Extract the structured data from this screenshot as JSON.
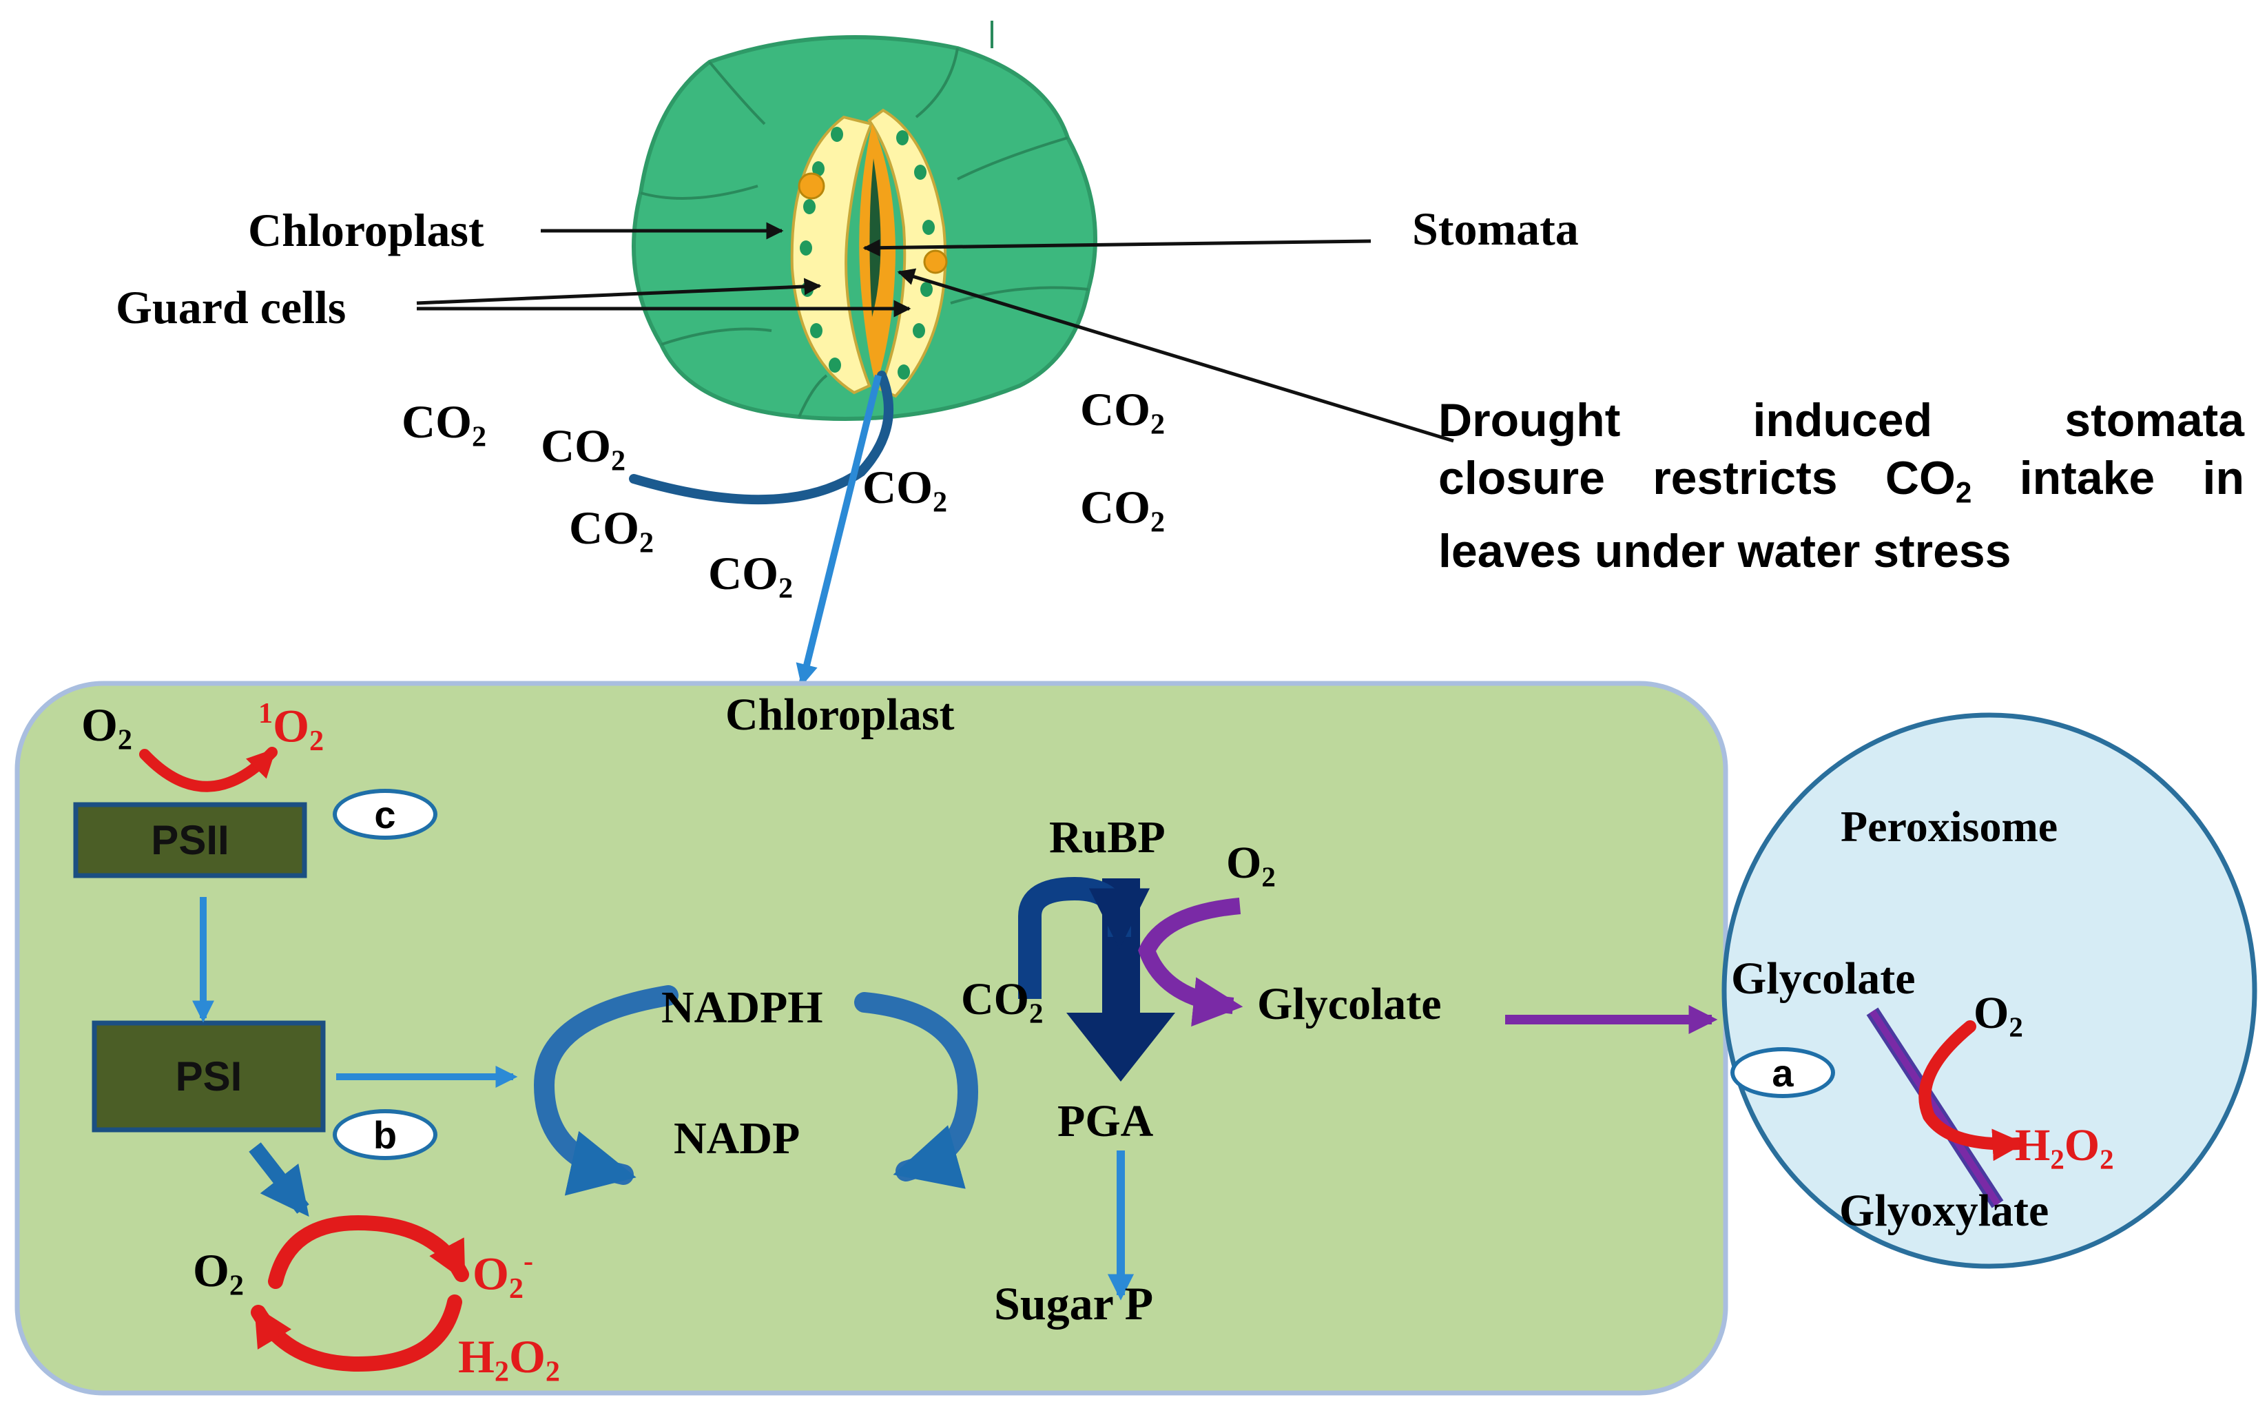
{
  "colors": {
    "leaf_green": "#3cb87e",
    "guard_cell": "#fff5a8",
    "chloroplast_panel": "#bdd89c",
    "peroxisome": "#d6ecf5",
    "photosystem": "#4b5e26",
    "arrow_blue": "#2b8ad6",
    "arrow_navy": "#082a6b",
    "arrow_purple": "#7a2aa6",
    "ros_red": "#e21b1b"
  },
  "leaf": {
    "chloroplast_label": "Chloroplast",
    "guard_cells_label": "Guard cells",
    "stomata_label": "Stomata",
    "note_line1": "Drought induced stomata",
    "note_line2_before": "closure restricts CO",
    "note_line2_sub": "2",
    "note_line2_after": " intake in",
    "note_line3": "leaves under water stress",
    "co2_base": "CO",
    "co2_sub": "2"
  },
  "chloroplast": {
    "title": "Chloroplast",
    "psii": "PSII",
    "psi": "PSI",
    "badge_c": "c",
    "badge_b": "b",
    "o2": "O",
    "o2_sub": "2",
    "singlet_sup": "1",
    "superoxide_sup": "-",
    "h2o2_h": "H",
    "h2o2_mid": "O",
    "h2o2_sub": "2",
    "nadph": "NADPH",
    "nadp": "NADP",
    "rubp": "RuBP",
    "pga": "PGA",
    "sugar": "Sugar P",
    "glycolate": "Glycolate"
  },
  "peroxisome": {
    "title": "Peroxisome",
    "glycolate": "Glycolate",
    "glyoxylate": "Glyoxylate",
    "badge_a": "a"
  }
}
